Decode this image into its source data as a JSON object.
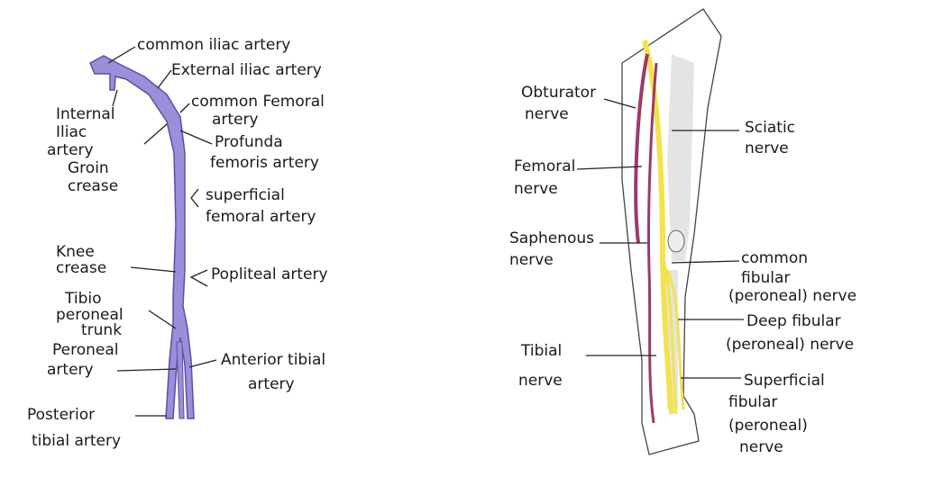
{
  "artery_diagram": {
    "labels": {
      "common_iliac": "common iliac artery",
      "external_iliac": "External iliac artery",
      "internal_iliac": [
        "Internal",
        "Iliac",
        "artery"
      ],
      "groin_crease": [
        "Groin",
        "crease"
      ],
      "common_femoral": [
        "common Femoral",
        "artery"
      ],
      "profunda": [
        "Profunda",
        "femoris artery"
      ],
      "superficial_femoral": [
        "superficial",
        "femoral artery"
      ],
      "knee_crease": [
        "Knee",
        "crease"
      ],
      "popliteal": "Popliteal artery",
      "tibioperoneal": [
        "Tibio",
        "peroneal",
        "trunk"
      ],
      "peroneal": [
        "Peroneal",
        "artery"
      ],
      "anterior_tibial": [
        "Anterior tibial",
        "artery"
      ],
      "posterior_tibial": [
        "Posterior",
        "tibial artery"
      ]
    },
    "colors": {
      "artery": "#9a8fd8",
      "outline": "#5b4fa8"
    }
  },
  "nerve_diagram": {
    "labels": {
      "obturator": [
        "Obturator",
        "nerve"
      ],
      "femoral": [
        "Femoral",
        "nerve"
      ],
      "saphenous": [
        "Saphenous",
        "nerve"
      ],
      "tibial": [
        "Tibial",
        "nerve"
      ],
      "sciatic": [
        "Sciatic",
        "nerve"
      ],
      "common_fibular": [
        "common",
        "fibular",
        "(peroneal) nerve"
      ],
      "deep_fibular": [
        "Deep fibular",
        "(peroneal) nerve"
      ],
      "superficial_fibular": [
        "Superficial",
        "fibular",
        "(peroneal)",
        "nerve"
      ]
    },
    "colors": {
      "nerve_yellow": "#f2e34c",
      "nerve_purple": "#9b3a6a",
      "bone": "#d9d9d9"
    }
  }
}
